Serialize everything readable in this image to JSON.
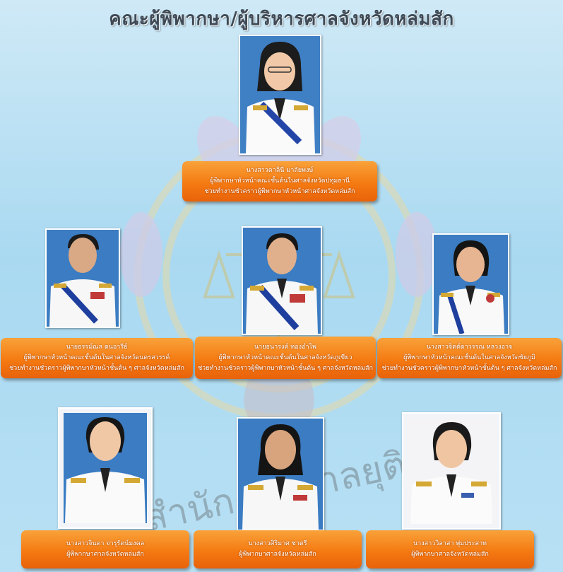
{
  "page": {
    "title": "คณะผู้พิพากษา/ผู้บริหารศาลจังหวัดหล่มสัก",
    "watermark": "สำนักงานศาลยุติธรรม"
  },
  "colors": {
    "card_accent": "#f57a12",
    "background": "#a9d9f1",
    "photo_background": "#3d86cf"
  },
  "people": [
    {
      "name": "นางสาวดาลินี  มาลัยพงษ์",
      "line1": "ผู้พิพากษาหัวหน้าคณะชั้นต้นในศาลจังหวัดปทุมธานี",
      "line2": "ช่วยทำงานชั่วคราวผู้พิพากษาหัวหน้าศาลจังหวัดหล่มสัก"
    },
    {
      "name": "นายธรรม์ณล  ตนอารีย์",
      "line1": "ผู้พิพากษาหัวหน้าคณะชั้นต้นในศาลจังหวัดนครสวรรค์",
      "line2": "ช่วยทำงานชั่วคราวผู้พิพากษาหัวหน้าชั้นต้น ๆ ศาลจังหวัดหล่มสัก"
    },
    {
      "name": "นายธนารงค์  ทองอำไพ",
      "line1": "ผู้พิพากษาหัวหน้าคณะชั้นต้นในศาลจังหวัดภูเขียว",
      "line2": "ช่วยทำงานชั่วคราวผู้พิพากษาหัวหน้าชั้นต้น ๆ ศาลจังหวัดหล่มสัก"
    },
    {
      "name": "นางสาวจิตต์ดาวรรณ  หลวงอาจ",
      "line1": "ผู้พิพากษาหัวหน้าคณะชั้นต้นในศาลจังหวัดชัยภูมิ",
      "line2": "ช่วยทำงานชั่วคราวผู้พิพากษาหัวหน้าชั้นต้น ๆ ศาลจังหวัดหล่มสัก"
    },
    {
      "name": "นางสาวจินดา  จารุรัตน์มงคล",
      "line1": "ผู้พิพากษาศาลจังหวัดหล่มสัก"
    },
    {
      "name": "นางสาวศิริมาศ  ชาตรี",
      "line1": "ผู้พิพากษาศาลจังหวัดหล่มสัก"
    },
    {
      "name": "นางสาววิลาสา  พุ่มประสาท",
      "line1": "ผู้พิพากษาศาลจังหวัดหล่มสัก"
    }
  ]
}
